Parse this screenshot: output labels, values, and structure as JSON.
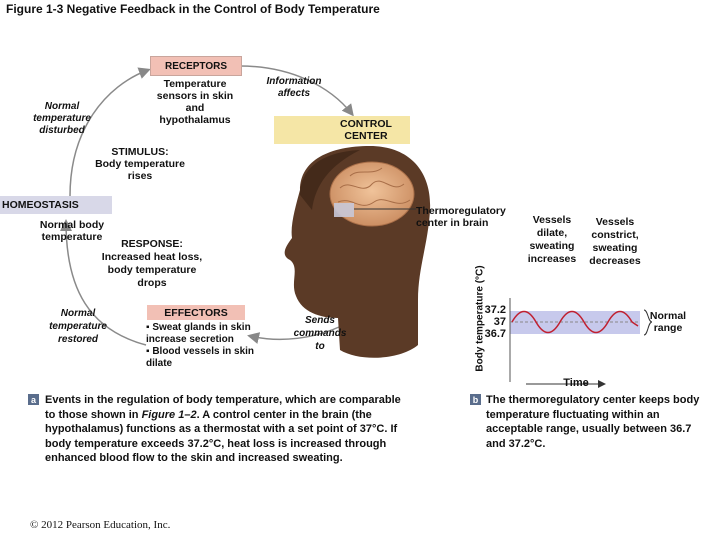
{
  "title": "Figure 1-3 Negative Feedback in the Control of Body Temperature",
  "diagram": {
    "receptors_label": "RECEPTORS",
    "sensors_text": "Temperature sensors in skin and hypothalamus",
    "information_affects": "Information affects",
    "control_center": "CONTROL CENTER",
    "normal_temp_disturbed": "Normal temperature disturbed",
    "stimulus_label": "STIMULUS:",
    "stimulus_text": "Body temperature rises",
    "homeostasis_label": "HOMEOSTASIS",
    "normal_body_temp": "Normal body temperature",
    "response_label": "RESPONSE:",
    "response_text": "Increased heat loss, body temperature drops",
    "normal_temp_restored": "Normal temperature restored",
    "effectors_label": "EFFECTORS",
    "effectors_items": [
      "Sweat glands in skin increase secretion",
      "Blood vessels in skin dilate"
    ],
    "sends_commands": "Sends commands to",
    "thermoregulatory_center": "Thermoregulatory center in brain"
  },
  "graph": {
    "vessels_dilate": "Vessels dilate, sweating increases",
    "vessels_constrict": "Vessels constrict, sweating decreases",
    "y_axis_label": "Body temperature (°C)",
    "ticks": [
      "37.2",
      "37",
      "36.7"
    ],
    "normal_range": "Normal range",
    "x_axis_label": "Time",
    "band_color": "#c7c9ec",
    "curve_color": "#c02030"
  },
  "captions": {
    "a_letter": "a",
    "a_text_1": "Events in the regulation of body temperature, which are comparable to those shown in ",
    "a_figure_ref": "Figure 1–2",
    "a_text_2": ". A control center in the brain (the hypothalamus) functions as a thermostat with a set point of 37°C. If body temperature exceeds 37.2°C, heat loss is increased through enhanced blood flow to the skin and increased sweating.",
    "b_letter": "b",
    "b_text": "The thermoregulatory center keeps body temperature fluctuating within an acceptable range, usually between 36.7 and 37.2°C."
  },
  "copyright": "© 2012 Pearson Education, Inc."
}
